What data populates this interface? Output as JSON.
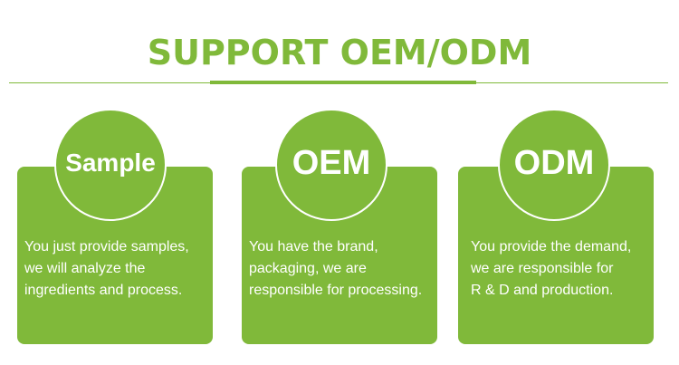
{
  "title": "SUPPORT OEM/ODM",
  "cards": [
    {
      "heading": "Sample",
      "lines": [
        "You just provide samples,",
        "we will analyze the",
        "ingredients and process."
      ]
    },
    {
      "heading": "OEM",
      "lines": [
        "You have the brand,",
        "packaging, we are",
        "responsible for processing."
      ]
    },
    {
      "heading": "ODM",
      "lines": [
        "You provide the demand,",
        "we are responsible for",
        "R & D and production."
      ]
    }
  ],
  "colors": {
    "accent": "#80b93a",
    "text_on_accent": "#ffffff"
  }
}
